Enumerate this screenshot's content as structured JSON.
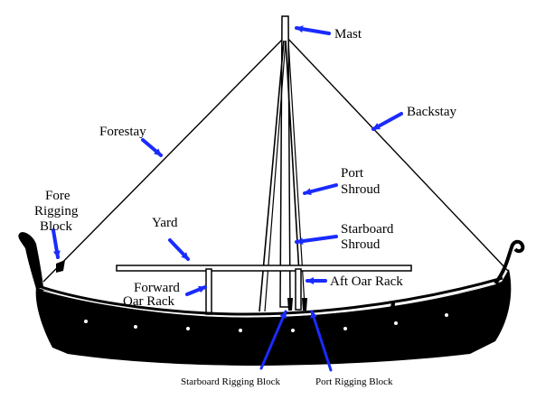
{
  "labels": {
    "mast": "Mast",
    "backstay": "Backstay",
    "forestay": "Forestay",
    "port_shroud_1": "Port",
    "port_shroud_2": "Shroud",
    "fore_rigging_1": "Fore",
    "fore_rigging_2": "Rigging",
    "fore_rigging_3": "Block",
    "starboard_shroud_1": "Starboard",
    "starboard_shroud_2": "Shroud",
    "yard": "Yard",
    "aft_oar_rack": "Aft Oar Rack",
    "forward_oar_rack_1": "Forward",
    "forward_oar_rack_2": "Oar Rack",
    "starboard_rigging_block": "Starboard Rigging Block",
    "port_rigging_block": "Port Rigging Block"
  },
  "colors": {
    "arrow": "#1a2bff",
    "ink": "#000000",
    "background": "#ffffff"
  }
}
